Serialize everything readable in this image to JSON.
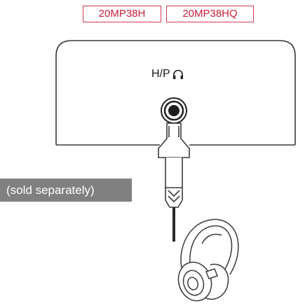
{
  "models": [
    "20MP38H",
    "20MP38HQ"
  ],
  "port_label": "H/P",
  "port_icon": "headphone-icon",
  "sold_separately": "(sold separately)",
  "colors": {
    "model_border": "#d23a52",
    "model_text": "#c4203a",
    "label_bg": "#808080",
    "label_text": "#ffffff",
    "line": "#3a3a3a"
  }
}
